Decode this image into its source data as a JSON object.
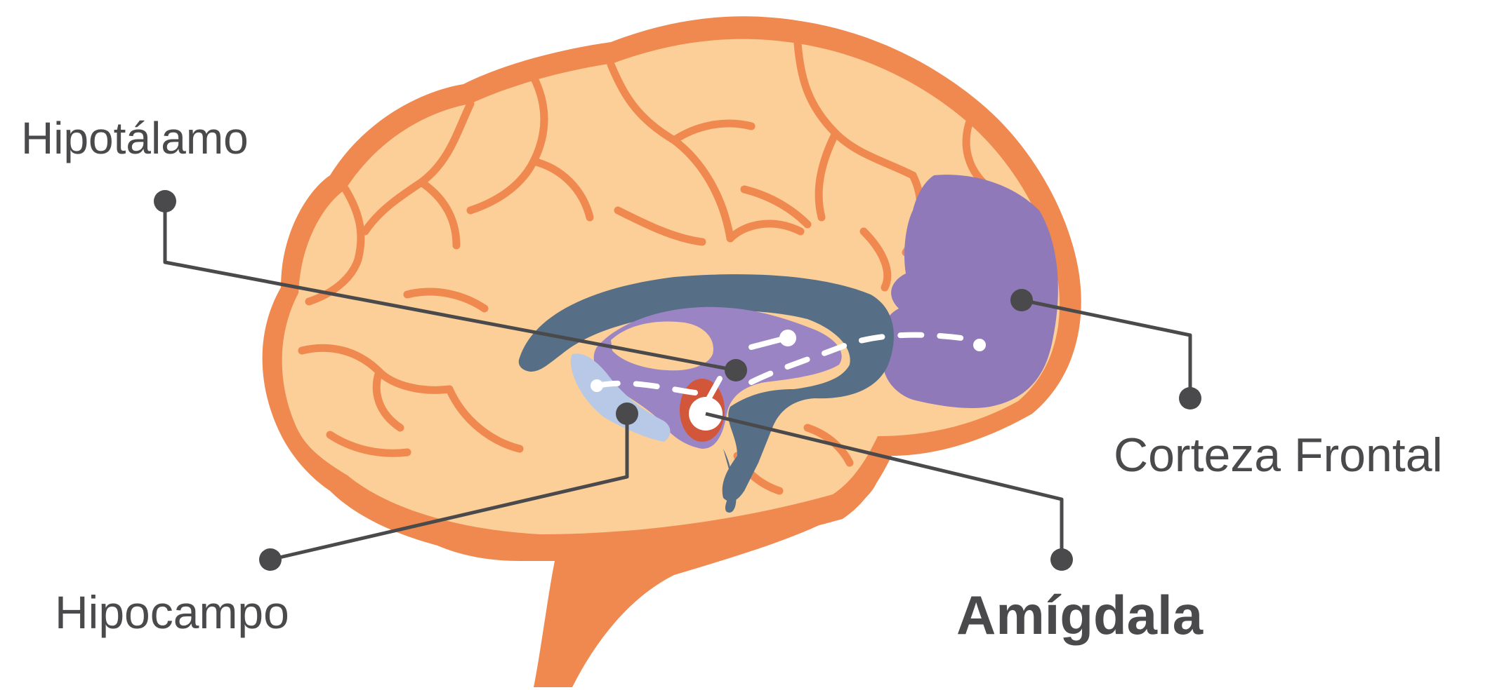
{
  "labels": {
    "hipotalamo": "Hipotálamo",
    "corteza_frontal": "Corteza Frontal",
    "hipocampo": "Hipocampo",
    "amigdala": "Amígdala"
  },
  "colors": {
    "cortex_outline": "#f0894f",
    "cortex_fill": "#fbcf97",
    "frontal_cortex": "#8f79b8",
    "corpus_callosum": "#566f86",
    "limbic_core": "#9b84c3",
    "hippocampus": "#b7c9e6",
    "amygdala": "#d2573a",
    "leader_line": "#4a4a4c"
  }
}
